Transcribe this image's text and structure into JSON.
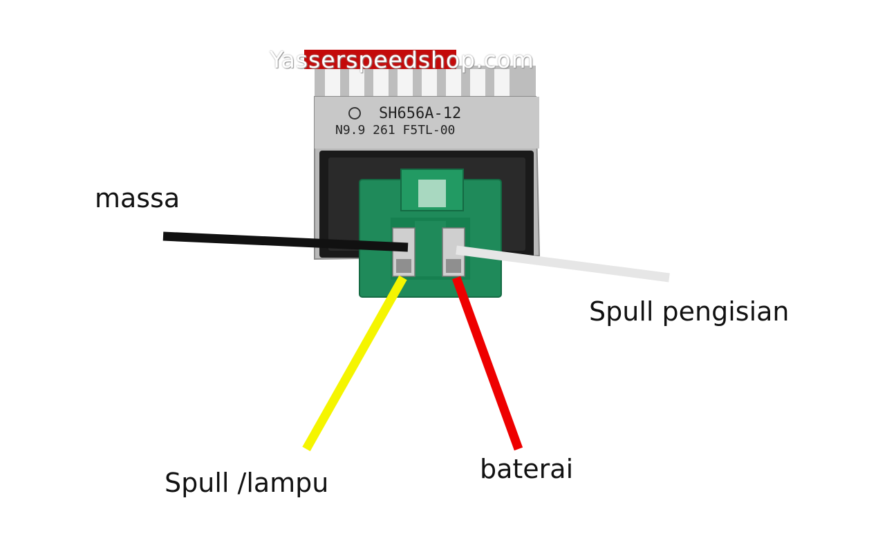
{
  "watermark": "Yasserspeedshop.com",
  "part": {
    "model_line1": "SH656A-12",
    "model_line2": "N9.9  261  F5TL-00"
  },
  "labels": {
    "massa": "massa",
    "spull_pengisian": "Spull pengisian",
    "spull_lampu": "Spull /lampu",
    "baterai": "baterai"
  },
  "colors": {
    "wire_massa": "#111111",
    "wire_spull_pengisian": "#e6e6e6",
    "wire_spull_lampu": "#f5f500",
    "wire_baterai": "#ee0000",
    "connector": "#1f8a5a",
    "housing": "#b9b9b9"
  }
}
